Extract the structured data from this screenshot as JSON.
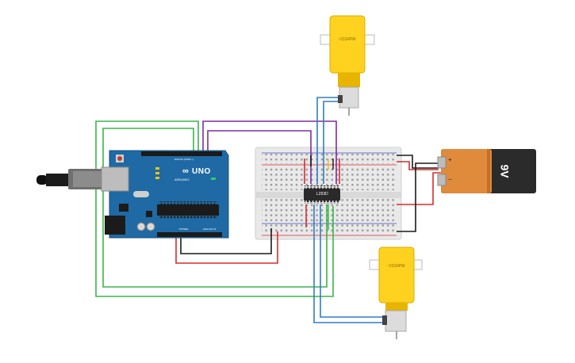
{
  "arduino": {
    "logo_symbol": "∞",
    "model_label": "UNO",
    "brand_label": "ARDUINO",
    "digital_header_label": "DIGITAL (PWM ~)",
    "power_header_label": "POWER",
    "analog_header_label": "ANALOG IN",
    "board_color": "#1f6aa5"
  },
  "driver_chip": {
    "label": "L293D"
  },
  "motor_top": {
    "label": "~231RPM",
    "color": "#ffd21f"
  },
  "motor_bottom": {
    "label": "~231RPM",
    "color": "#ffd21f"
  },
  "battery": {
    "label": "9V",
    "plus_label": "+",
    "minus_label": "−"
  },
  "wire_colors": {
    "green": "#3cb44b",
    "purple": "#7b2f9e",
    "red": "#d62d2d",
    "black": "#1a1a1a",
    "blue": "#2f7fc1"
  }
}
